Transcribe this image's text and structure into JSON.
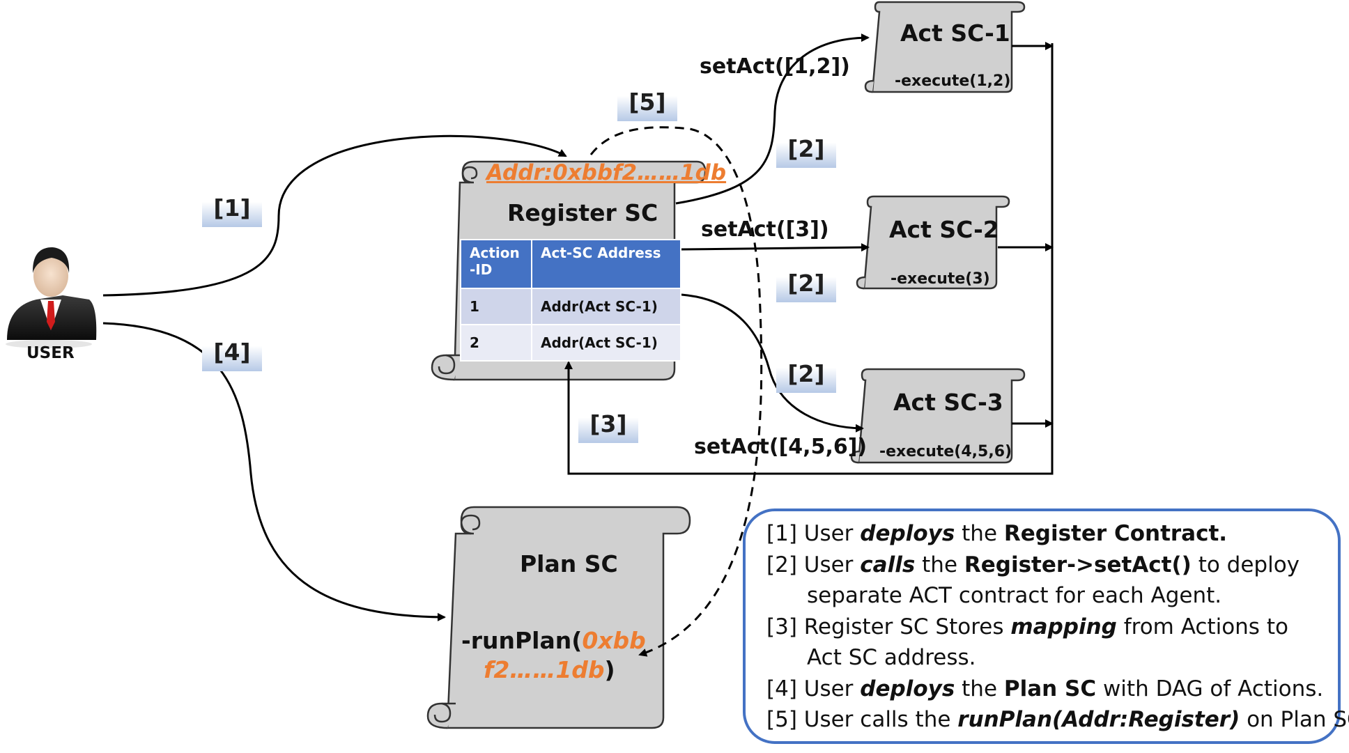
{
  "user": {
    "label": "USER"
  },
  "steps": {
    "s1": "[1]",
    "s2a": "[2]",
    "s2b": "[2]",
    "s2c": "[2]",
    "s3": "[3]",
    "s4": "[4]",
    "s5": "[5]"
  },
  "register": {
    "addr": "Addr:0xbbf2……1db",
    "title": "Register SC",
    "table": {
      "headers": [
        "Action -ID",
        "Act-SC Address"
      ],
      "header_lines": [
        "Action",
        "-ID"
      ],
      "rows": [
        {
          "id": "1",
          "address": "Addr(Act SC-1)"
        },
        {
          "id": "2",
          "address": "Addr(Act SC-1)"
        }
      ]
    }
  },
  "act1": {
    "title": "Act SC-1",
    "method": "-execute(1,2)"
  },
  "act2": {
    "title": "Act SC-2",
    "method": "-execute(3)"
  },
  "act3": {
    "title": "Act SC-3",
    "method": "-execute(4,5,6)"
  },
  "calls": {
    "c1": "setAct([1,2])",
    "c2": "setAct([3])",
    "c3": "setAct([4,5,6])"
  },
  "plan": {
    "title": "Plan SC",
    "method_prefix": "-runPlan(",
    "arg_line1": "0xbb",
    "arg_line2": "f2……1db",
    "suffix": ")"
  },
  "legend": {
    "l1": {
      "a": "[1] User ",
      "b": "deploys",
      "c": " the ",
      "d": "Register Contract."
    },
    "l2": {
      "a": "[2] User ",
      "b": "calls",
      "c": " the ",
      "d": "Register->setAct()",
      "e": " to deploy"
    },
    "l2b": "separate ACT contract for each Agent.",
    "l3": {
      "a": "[3]  Register SC Stores ",
      "b": "mapping",
      "c": " from Actions to"
    },
    "l3b": "Act SC address.",
    "l4": {
      "a": "[4] User ",
      "b": "deploys",
      "c": " the ",
      "d": "Plan SC",
      "e": " with DAG of Actions."
    },
    "l5": {
      "a": "[5] User  calls the ",
      "b": "runPlan(Addr:Register)",
      "c": " on Plan SC."
    }
  },
  "colors": {
    "accent": "#4472c4",
    "orange": "#ed7d31",
    "scroll": "#d0d0d0",
    "step_gradient": "#b6c9e6"
  }
}
